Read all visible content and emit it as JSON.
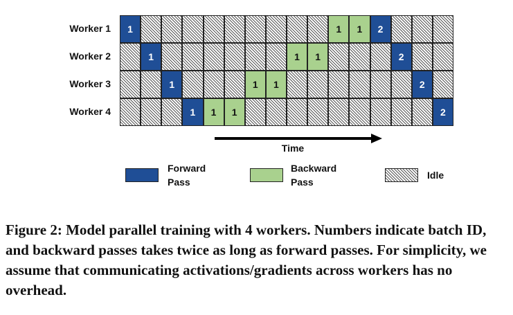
{
  "workers": [
    {
      "label": "Worker 1",
      "cells": [
        "F1",
        "I",
        "I",
        "I",
        "I",
        "I",
        "I",
        "I",
        "I",
        "I",
        "B1",
        "B1",
        "F2",
        "I",
        "I",
        "I"
      ]
    },
    {
      "label": "Worker 2",
      "cells": [
        "I",
        "F1",
        "I",
        "I",
        "I",
        "I",
        "I",
        "I",
        "B1",
        "B1",
        "I",
        "I",
        "I",
        "F2",
        "I",
        "I"
      ]
    },
    {
      "label": "Worker 3",
      "cells": [
        "I",
        "I",
        "F1",
        "I",
        "I",
        "I",
        "B1",
        "B1",
        "I",
        "I",
        "I",
        "I",
        "I",
        "I",
        "F2",
        "I"
      ]
    },
    {
      "label": "Worker 4",
      "cells": [
        "I",
        "I",
        "I",
        "F1",
        "B1",
        "B1",
        "I",
        "I",
        "I",
        "I",
        "I",
        "I",
        "I",
        "I",
        "I",
        "F2"
      ]
    }
  ],
  "time_label": "Time",
  "legend": {
    "forward_line1": "Forward",
    "forward_line2": "Pass",
    "backward_line1": "Backward",
    "backward_line2": "Pass",
    "idle": "Idle"
  },
  "colors": {
    "forward": "#1f4e96",
    "backward": "#a9d18e"
  },
  "caption": "Figure 2: Model parallel training with 4 workers. Numbers indicate batch ID, and backward passes takes twice as long as forward passes. For simplicity, we assume that communicating activations/gradients across workers has no overhead."
}
